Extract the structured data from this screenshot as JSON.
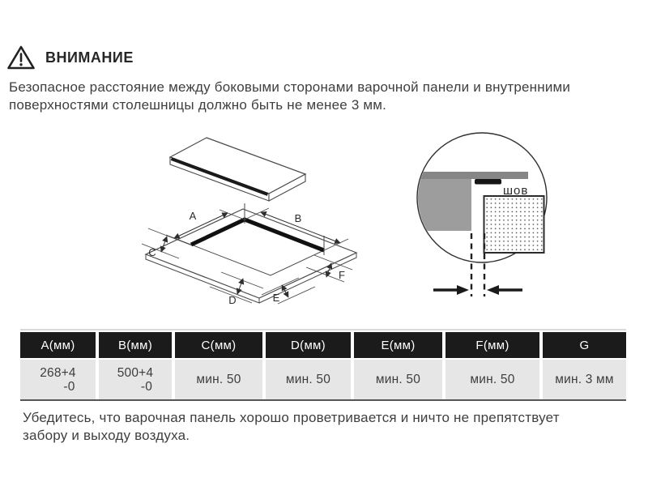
{
  "colors": {
    "table_header_bg": "#1b1b1b",
    "table_header_text": "#ffffff",
    "table_cell_bg": "#e6e6e6",
    "body_text": "#3f3f3f",
    "diagram_gray": "#9d9d9d",
    "diagram_dark": "#1a1a1a"
  },
  "warning": {
    "title": "ВНИМАНИЕ"
  },
  "intro": {
    "line1": "Безопасное расстояние между боковыми сторонами варочной панели и внутренними",
    "line2": "поверхностями столешницы должно быть не менее 3 мм."
  },
  "diagram": {
    "labels": {
      "a": "A",
      "b": "B",
      "c": "C",
      "d": "D",
      "e": "E",
      "f": "F"
    },
    "detail_label": "шов"
  },
  "table": {
    "headers": [
      "A(мм)",
      "B(мм)",
      "C(мм)",
      "D(мм)",
      "E(мм)",
      "F(мм)",
      "G"
    ],
    "row": [
      [
        "268+4",
        "-0"
      ],
      [
        "500+4",
        "-0"
      ],
      [
        "мин. 50",
        ""
      ],
      [
        "мин. 50",
        ""
      ],
      [
        "мин. 50",
        ""
      ],
      [
        "мин. 50",
        ""
      ],
      [
        "мин. 3 мм",
        ""
      ]
    ]
  },
  "footer": {
    "line1": "Убедитесь, что варочная панель хорошо проветривается и ничто не препятствует",
    "line2": "забору и выходу воздуха."
  }
}
